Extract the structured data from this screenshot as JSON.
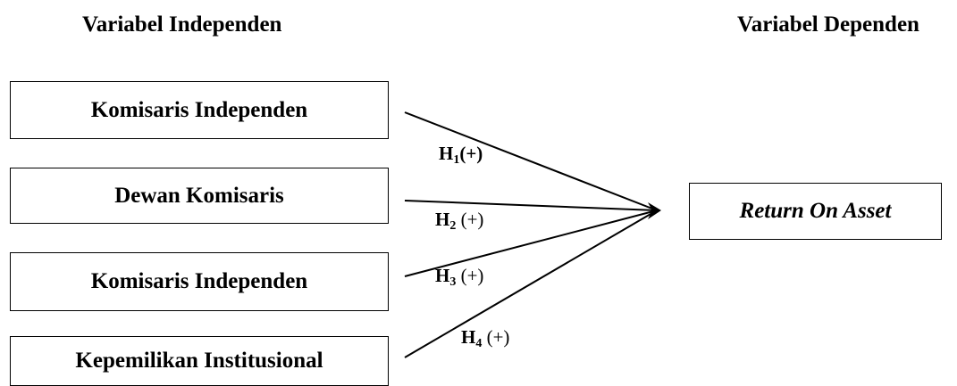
{
  "headings": {
    "independent": "Variabel Independen",
    "dependent": "Variabel Dependen"
  },
  "independent_variables": [
    {
      "label": "Komisaris Independen"
    },
    {
      "label": "Dewan Komisaris"
    },
    {
      "label": "Komisaris Independen"
    },
    {
      "label": "Kepemilikan Institusional"
    }
  ],
  "dependent_variable": {
    "label": "Return On Asset"
  },
  "hypotheses": [
    {
      "letter": "H",
      "index": "1",
      "sign": "(+)"
    },
    {
      "letter": "H",
      "index": "2",
      "sign": " (+)"
    },
    {
      "letter": "H",
      "index": "3",
      "sign": " (+)"
    },
    {
      "letter": "H",
      "index": "4",
      "sign": " (+)"
    }
  ]
}
